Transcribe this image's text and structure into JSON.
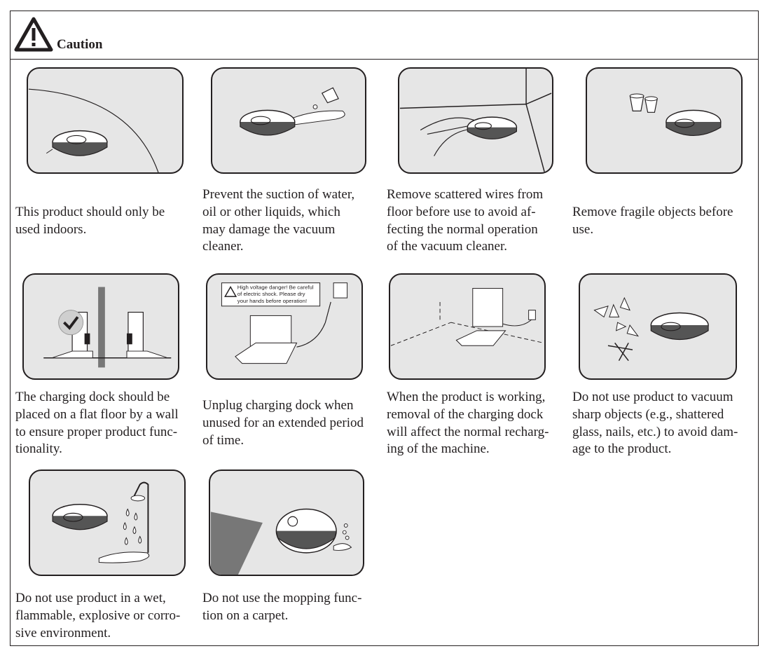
{
  "header": {
    "title": "Caution",
    "icon": "warning-triangle-icon"
  },
  "items": [
    {
      "id": "indoors",
      "icon": "robot-indoors-illustration",
      "lines": [
        "This product should only be",
        "used indoors."
      ]
    },
    {
      "id": "liquids",
      "icon": "robot-liquid-spill-illustration",
      "lines": [
        "Prevent the suction of water,",
        "oil or other liquids, which",
        "may damage the vacuum",
        "cleaner."
      ]
    },
    {
      "id": "wires",
      "icon": "robot-wires-illustration",
      "lines": [
        "Remove scattered wires from",
        "floor before use to avoid af-",
        "fecting the normal operation",
        "of the vacuum cleaner."
      ]
    },
    {
      "id": "fragile",
      "icon": "robot-fragile-cups-illustration",
      "lines": [
        "Remove fragile objects before",
        "use."
      ]
    },
    {
      "id": "dock-wall",
      "icon": "dock-flat-floor-illustration",
      "lines": [
        "The charging dock should be",
        "placed on a flat floor by a wall",
        "to ensure proper product func-",
        "tionality."
      ]
    },
    {
      "id": "unplug",
      "icon": "dock-unplug-illustration",
      "warning_lines": [
        "High voltage danger! Be careful",
        "of electric shock. Please dry",
        "your hands before operation!"
      ],
      "lines": [
        "Unplug charging dock when",
        "unused for an extended period",
        "of time."
      ]
    },
    {
      "id": "dock-removal",
      "icon": "dock-room-corner-illustration",
      "lines": [
        "When the product is working,",
        "removal of the charging dock",
        "will affect the normal recharg-",
        "ing of the machine."
      ]
    },
    {
      "id": "sharp",
      "icon": "robot-sharp-objects-illustration",
      "lines": [
        "Do not use product to vacuum",
        "sharp objects (e.g., shattered",
        "glass, nails, etc.) to avoid dam-",
        "age to the product."
      ]
    },
    {
      "id": "wet",
      "icon": "robot-wet-environment-illustration",
      "lines": [
        "Do not use product in a wet,",
        "flammable, explosive or corro-",
        "sive environment."
      ]
    },
    {
      "id": "carpet",
      "icon": "robot-carpet-mopping-illustration",
      "lines": [
        "Do not use the mopping func-",
        "tion on a carpet."
      ]
    }
  ]
}
